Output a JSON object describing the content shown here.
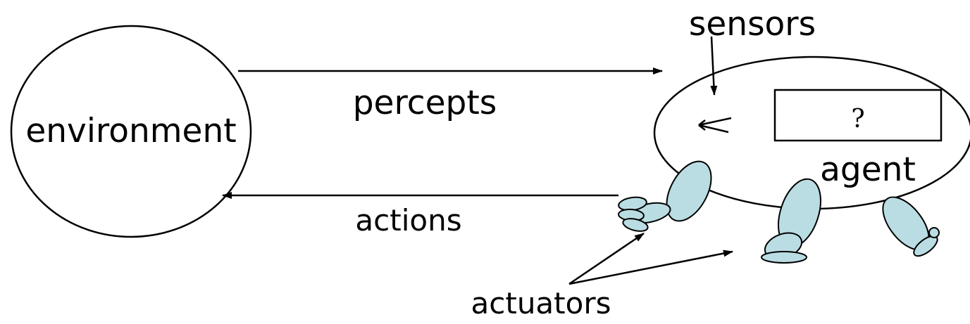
{
  "diagram": {
    "nodes": {
      "environment": "environment",
      "agent": "agent",
      "black_box": "?"
    },
    "edges": {
      "percepts": "percepts",
      "actions": "actions"
    },
    "annotations": {
      "sensors": "sensors",
      "actuators": "actuators"
    },
    "colors": {
      "limb_fill": "#b9dde3",
      "stroke": "#000000",
      "background": "#ffffff"
    }
  }
}
